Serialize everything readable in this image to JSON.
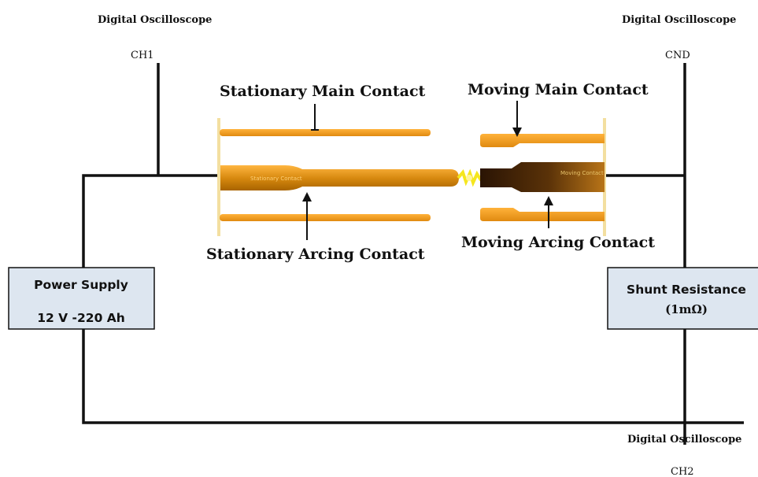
{
  "labels": {
    "osc_top_left": "Digital Oscilloscope",
    "osc_top_right": "Digital Oscilloscope",
    "osc_bottom_right": "Digital Oscilloscope",
    "ch1": "CH1",
    "cnd": "CND",
    "ch2": "CH2",
    "stationary_main": "Stationary Main Contact",
    "stationary_arcing": "Stationary Arcing Contact",
    "moving_main": "Moving Main Contact",
    "moving_arcing": "Moving Arcing Contact",
    "stationary_engraving": "Stationary Contact",
    "moving_engraving": "Moving Contact"
  },
  "power_supply": {
    "title": "Power Supply",
    "rating": "12 V -220 Ah"
  },
  "shunt": {
    "title": "Shunt Resistance",
    "value": "(1mΩ)"
  },
  "colors": {
    "box_fill": "#dde6f0",
    "contact_orange": "#f0a020",
    "contact_dark": "#3a1e05",
    "arc_yellow": "#f5e61e",
    "wire": "#111111"
  }
}
